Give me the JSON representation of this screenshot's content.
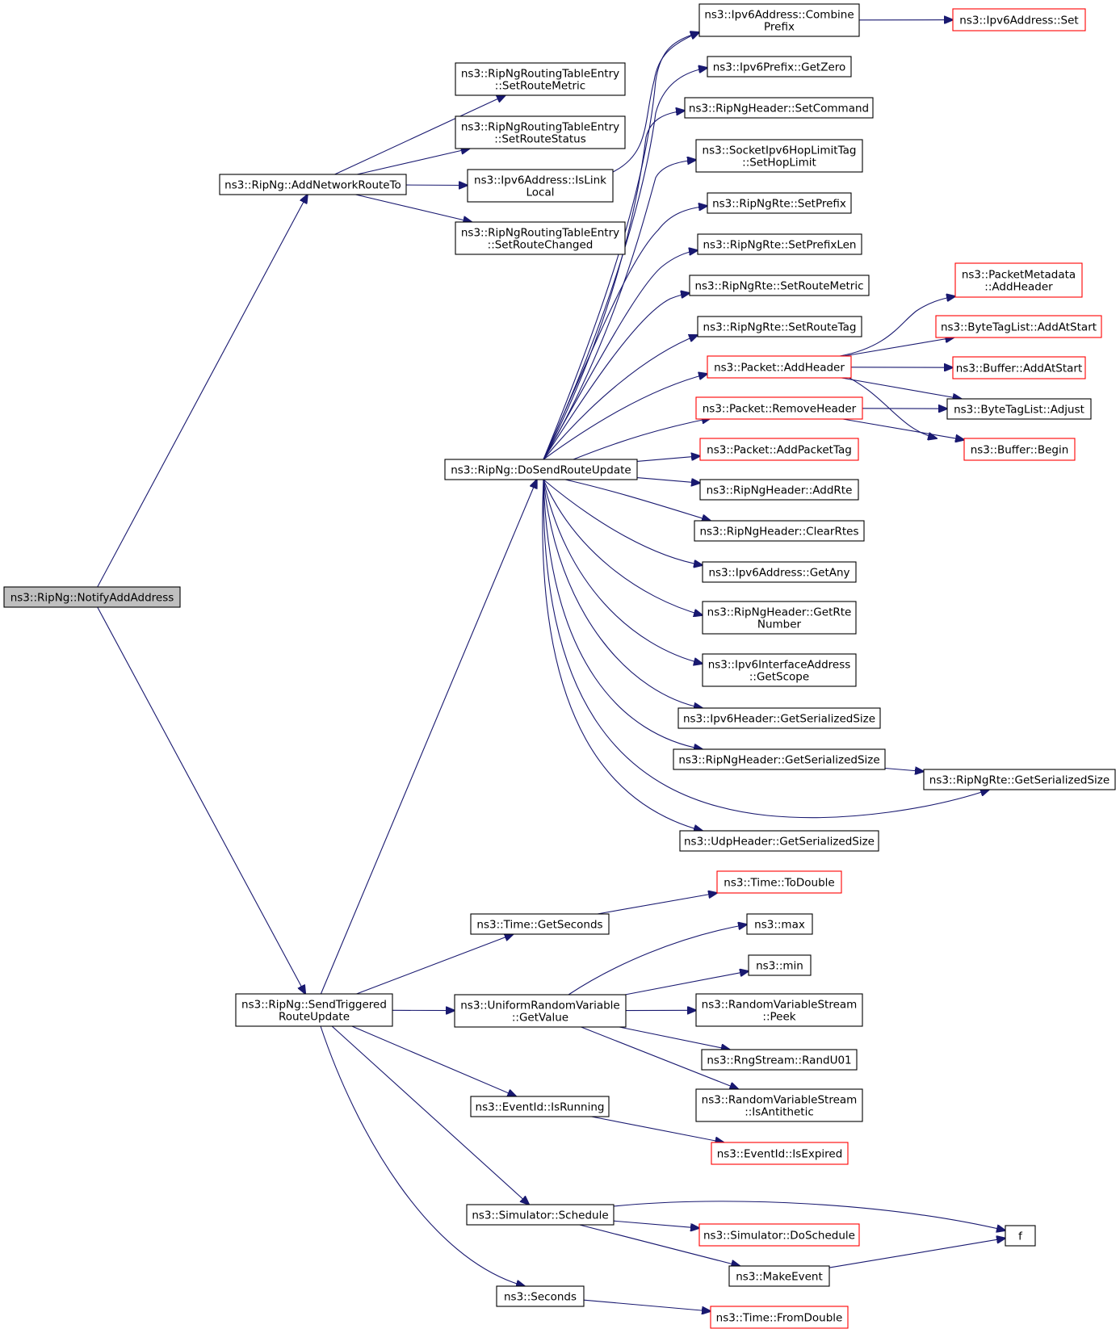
{
  "colors": {
    "edge": "#191970",
    "node_border": "#000000",
    "node_border_truncated": "#ff0000",
    "root_fill": "#bfbfbf"
  },
  "nodes": [
    {
      "id": "root",
      "lines": [
        "ns3::RipNg::NotifyAddAddress"
      ],
      "style": "root"
    },
    {
      "id": "addNet",
      "lines": [
        "ns3::RipNg::AddNetworkRouteTo"
      ]
    },
    {
      "id": "setRouteMetricE",
      "lines": [
        "ns3::RipNgRoutingTableEntry",
        "::SetRouteMetric"
      ]
    },
    {
      "id": "setRouteStatus",
      "lines": [
        "ns3::RipNgRoutingTableEntry",
        "::SetRouteStatus"
      ]
    },
    {
      "id": "isLinkLocal",
      "lines": [
        "ns3::Ipv6Address::IsLink",
        "Local"
      ]
    },
    {
      "id": "setRouteChanged",
      "lines": [
        "ns3::RipNgRoutingTableEntry",
        "::SetRouteChanged"
      ]
    },
    {
      "id": "combinePrefix",
      "lines": [
        "ns3::Ipv6Address::Combine",
        "Prefix"
      ]
    },
    {
      "id": "ipv6Set",
      "lines": [
        "ns3::Ipv6Address::Set"
      ],
      "style": "red"
    },
    {
      "id": "getZero",
      "lines": [
        "ns3::Ipv6Prefix::GetZero"
      ]
    },
    {
      "id": "setCommand",
      "lines": [
        "ns3::RipNgHeader::SetCommand"
      ]
    },
    {
      "id": "setHopLimit",
      "lines": [
        "ns3::SocketIpv6HopLimitTag",
        "::SetHopLimit"
      ]
    },
    {
      "id": "setPrefix",
      "lines": [
        "ns3::RipNgRte::SetPrefix"
      ]
    },
    {
      "id": "setPrefixLen",
      "lines": [
        "ns3::RipNgRte::SetPrefixLen"
      ]
    },
    {
      "id": "rteSetRouteMetric",
      "lines": [
        "ns3::RipNgRte::SetRouteMetric"
      ]
    },
    {
      "id": "setRouteTag",
      "lines": [
        "ns3::RipNgRte::SetRouteTag"
      ]
    },
    {
      "id": "pktAddHeader",
      "lines": [
        "ns3::Packet::AddHeader"
      ],
      "style": "red"
    },
    {
      "id": "pmAddHeader",
      "lines": [
        "ns3::PacketMetadata",
        "::AddHeader"
      ],
      "style": "red"
    },
    {
      "id": "btlAddAtStart",
      "lines": [
        "ns3::ByteTagList::AddAtStart"
      ],
      "style": "red"
    },
    {
      "id": "bufAddAtStart",
      "lines": [
        "ns3::Buffer::AddAtStart"
      ],
      "style": "red"
    },
    {
      "id": "btlAdjust",
      "lines": [
        "ns3::ByteTagList::Adjust"
      ]
    },
    {
      "id": "pktRemoveHeader",
      "lines": [
        "ns3::Packet::RemoveHeader"
      ],
      "style": "red"
    },
    {
      "id": "bufBegin",
      "lines": [
        "ns3::Buffer::Begin"
      ],
      "style": "red"
    },
    {
      "id": "addPacketTag",
      "lines": [
        "ns3::Packet::AddPacketTag"
      ],
      "style": "red"
    },
    {
      "id": "doSend",
      "lines": [
        "ns3::RipNg::DoSendRouteUpdate"
      ]
    },
    {
      "id": "addRte",
      "lines": [
        "ns3::RipNgHeader::AddRte"
      ]
    },
    {
      "id": "clearRtes",
      "lines": [
        "ns3::RipNgHeader::ClearRtes"
      ]
    },
    {
      "id": "getAny",
      "lines": [
        "ns3::Ipv6Address::GetAny"
      ]
    },
    {
      "id": "getRteNumber",
      "lines": [
        "ns3::RipNgHeader::GetRte",
        "Number"
      ]
    },
    {
      "id": "getScope",
      "lines": [
        "ns3::Ipv6InterfaceAddress",
        "::GetScope"
      ]
    },
    {
      "id": "ipv6HdrSize",
      "lines": [
        "ns3::Ipv6Header::GetSerializedSize"
      ]
    },
    {
      "id": "ripHdrSize",
      "lines": [
        "ns3::RipNgHeader::GetSerializedSize"
      ]
    },
    {
      "id": "rteSize",
      "lines": [
        "ns3::RipNgRte::GetSerializedSize"
      ]
    },
    {
      "id": "udpHdrSize",
      "lines": [
        "ns3::UdpHeader::GetSerializedSize"
      ]
    },
    {
      "id": "toDouble",
      "lines": [
        "ns3::Time::ToDouble"
      ],
      "style": "red"
    },
    {
      "id": "getSeconds",
      "lines": [
        "ns3::Time::GetSeconds"
      ]
    },
    {
      "id": "max",
      "lines": [
        "ns3::max"
      ]
    },
    {
      "id": "min",
      "lines": [
        "ns3::min"
      ]
    },
    {
      "id": "sendTrig",
      "lines": [
        "ns3::RipNg::SendTriggered",
        "RouteUpdate"
      ]
    },
    {
      "id": "getValue",
      "lines": [
        "ns3::UniformRandomVariable",
        "::GetValue"
      ]
    },
    {
      "id": "peek",
      "lines": [
        "ns3::RandomVariableStream",
        "::Peek"
      ]
    },
    {
      "id": "randU01",
      "lines": [
        "ns3::RngStream::RandU01"
      ]
    },
    {
      "id": "isAntithetic",
      "lines": [
        "ns3::RandomVariableStream",
        "::IsAntithetic"
      ]
    },
    {
      "id": "isRunning",
      "lines": [
        "ns3::EventId::IsRunning"
      ]
    },
    {
      "id": "isExpired",
      "lines": [
        "ns3::EventId::IsExpired"
      ],
      "style": "red"
    },
    {
      "id": "schedule",
      "lines": [
        "ns3::Simulator::Schedule"
      ]
    },
    {
      "id": "doSchedule",
      "lines": [
        "ns3::Simulator::DoSchedule"
      ],
      "style": "red"
    },
    {
      "id": "f",
      "lines": [
        "f"
      ]
    },
    {
      "id": "makeEvent",
      "lines": [
        "ns3::MakeEvent"
      ]
    },
    {
      "id": "seconds",
      "lines": [
        "ns3::Seconds"
      ]
    },
    {
      "id": "fromDouble",
      "lines": [
        "ns3::Time::FromDouble"
      ],
      "style": "red"
    }
  ],
  "edges": [
    [
      "root",
      "addNet"
    ],
    [
      "root",
      "sendTrig"
    ],
    [
      "addNet",
      "setRouteMetricE"
    ],
    [
      "addNet",
      "setRouteStatus"
    ],
    [
      "addNet",
      "isLinkLocal"
    ],
    [
      "addNet",
      "setRouteChanged"
    ],
    [
      "isLinkLocal",
      "combinePrefix"
    ],
    [
      "combinePrefix",
      "ipv6Set"
    ],
    [
      "doSend",
      "combinePrefix"
    ],
    [
      "doSend",
      "getZero"
    ],
    [
      "doSend",
      "setCommand"
    ],
    [
      "doSend",
      "setHopLimit"
    ],
    [
      "doSend",
      "setPrefix"
    ],
    [
      "doSend",
      "setPrefixLen"
    ],
    [
      "doSend",
      "rteSetRouteMetric"
    ],
    [
      "doSend",
      "setRouteTag"
    ],
    [
      "doSend",
      "pktAddHeader"
    ],
    [
      "doSend",
      "pktRemoveHeader"
    ],
    [
      "doSend",
      "addPacketTag"
    ],
    [
      "doSend",
      "addRte"
    ],
    [
      "doSend",
      "clearRtes"
    ],
    [
      "doSend",
      "getAny"
    ],
    [
      "doSend",
      "getRteNumber"
    ],
    [
      "doSend",
      "getScope"
    ],
    [
      "doSend",
      "ipv6HdrSize"
    ],
    [
      "doSend",
      "ripHdrSize"
    ],
    [
      "doSend",
      "rteSize"
    ],
    [
      "doSend",
      "udpHdrSize"
    ],
    [
      "pktAddHeader",
      "pmAddHeader"
    ],
    [
      "pktAddHeader",
      "btlAddAtStart"
    ],
    [
      "pktAddHeader",
      "bufAddAtStart"
    ],
    [
      "pktAddHeader",
      "btlAdjust"
    ],
    [
      "pktAddHeader",
      "bufBegin"
    ],
    [
      "pktRemoveHeader",
      "btlAdjust"
    ],
    [
      "pktRemoveHeader",
      "bufBegin"
    ],
    [
      "ripHdrSize",
      "rteSize"
    ],
    [
      "sendTrig",
      "doSend"
    ],
    [
      "sendTrig",
      "getSeconds"
    ],
    [
      "sendTrig",
      "getValue"
    ],
    [
      "sendTrig",
      "isRunning"
    ],
    [
      "sendTrig",
      "schedule"
    ],
    [
      "sendTrig",
      "seconds"
    ],
    [
      "getSeconds",
      "toDouble"
    ],
    [
      "getValue",
      "max"
    ],
    [
      "getValue",
      "min"
    ],
    [
      "getValue",
      "peek"
    ],
    [
      "getValue",
      "randU01"
    ],
    [
      "getValue",
      "isAntithetic"
    ],
    [
      "isRunning",
      "isExpired"
    ],
    [
      "schedule",
      "f"
    ],
    [
      "schedule",
      "doSchedule"
    ],
    [
      "schedule",
      "makeEvent"
    ],
    [
      "makeEvent",
      "f"
    ],
    [
      "seconds",
      "fromDouble"
    ]
  ]
}
